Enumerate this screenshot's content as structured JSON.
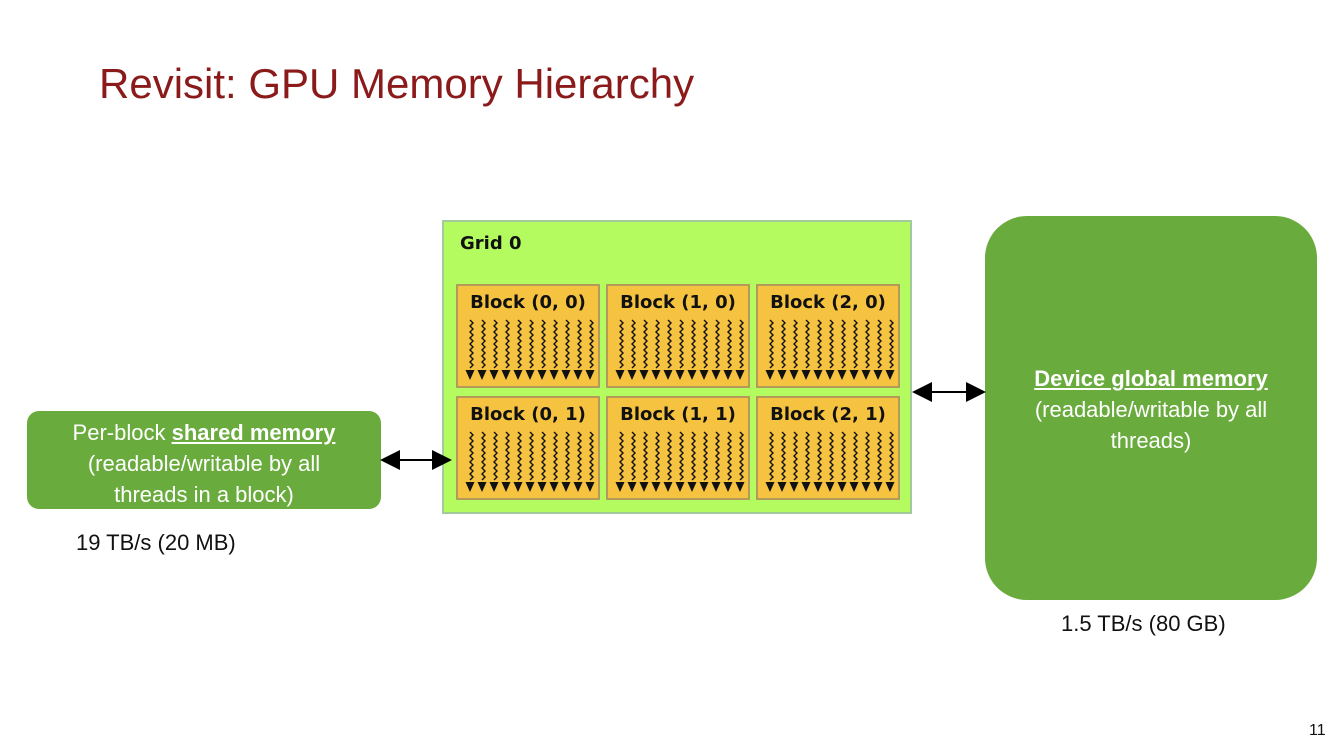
{
  "slide": {
    "title": "Revisit: GPU Memory Hierarchy",
    "page_number": "11"
  },
  "grid": {
    "label": "Grid 0",
    "blocks": [
      {
        "label": "Block (0, 0)"
      },
      {
        "label": "Block (1, 0)"
      },
      {
        "label": "Block (2, 0)"
      },
      {
        "label": "Block (0, 1)"
      },
      {
        "label": "Block (1, 1)"
      },
      {
        "label": "Block (2, 1)"
      }
    ]
  },
  "shared_memory": {
    "prefix": "Per-block ",
    "emphasis": "shared memory",
    "line2": "(readable/writable by all",
    "line3": "threads in a block)",
    "caption": "19 TB/s (20 MB)"
  },
  "global_memory": {
    "emphasis": "Device global memory",
    "line2": "(readable/writable by all",
    "line3": "threads)",
    "caption": "1.5 TB/s (80 GB)"
  },
  "colors": {
    "title": "#8b1a1a",
    "grid_fill": "#b3fb5f",
    "block_fill": "#f6c341",
    "memory_fill": "#6aab3e"
  }
}
